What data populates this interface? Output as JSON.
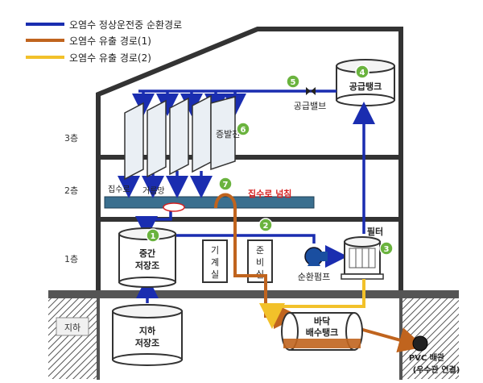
{
  "legend": [
    {
      "label": "오염수 정상운전중 순환경로",
      "color": "#1a2db0"
    },
    {
      "label": "오염수 유출 경로(1)",
      "color": "#c0641e"
    },
    {
      "label": "오염수 유출 경로(2)",
      "color": "#f2c12a"
    }
  ],
  "floors": {
    "f3": "3층",
    "f2": "2층",
    "f1": "1층",
    "b1": "지하"
  },
  "components": {
    "supply_tank": "공급탱크",
    "supply_valve": "공급밸브",
    "evaporation_cloth": "증발천",
    "collector": "집수로",
    "filter_mesh": "거름망",
    "collector_overflow": "집수로 넘침",
    "mid_tank_l1": "중간",
    "mid_tank_l2": "저장조",
    "machine_room": [
      "기",
      "계",
      "실"
    ],
    "prep_room": [
      "준",
      "비",
      "실"
    ],
    "pump": "순환펌프",
    "filter": "필터",
    "ug_tank_l1": "지하",
    "ug_tank_l2": "저장조",
    "floor_tank_l1": "바닥",
    "floor_tank_l2": "배수탱크",
    "pvc_l1": "PVC 배관",
    "pvc_l2": "(우수관 연결)"
  },
  "markers": [
    "1",
    "2",
    "3",
    "4",
    "5",
    "6",
    "7"
  ],
  "colors": {
    "normal": "#1a2db0",
    "leak1": "#c0641e",
    "leak2": "#f2c12a",
    "marker": "#6ab33e",
    "overflow_text": "#d62020",
    "structure": "#333333",
    "ground": "#444444",
    "trough": "#3a6f8f"
  }
}
